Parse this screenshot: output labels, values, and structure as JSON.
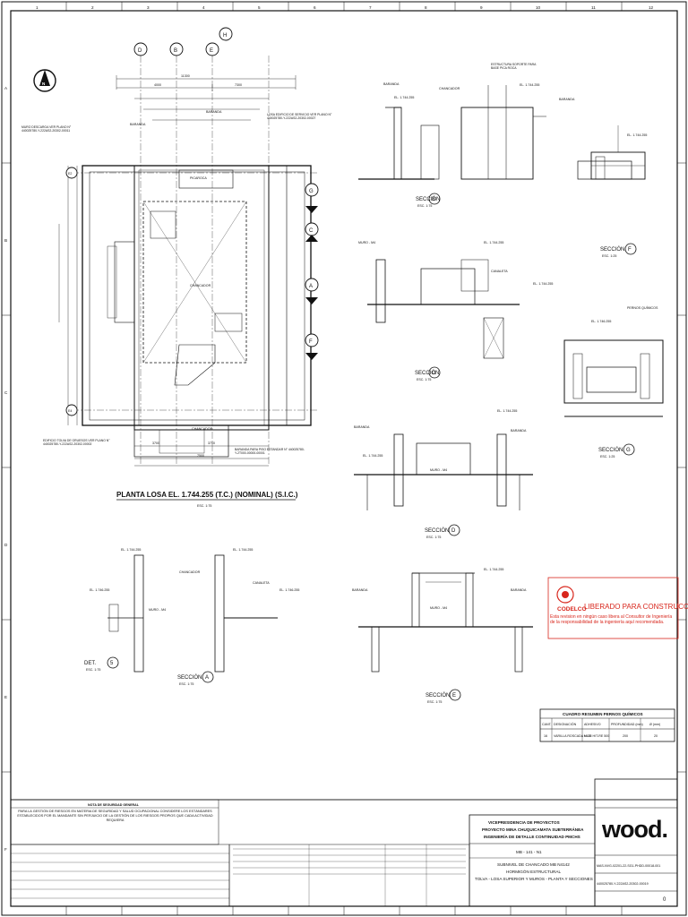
{
  "sheet": {
    "col_markers": [
      "1",
      "2",
      "3",
      "4",
      "5",
      "6",
      "7",
      "8",
      "9",
      "10",
      "11",
      "12"
    ],
    "row_markers": [
      "A",
      "B",
      "C",
      "D",
      "E",
      "F"
    ]
  },
  "plan": {
    "title": "PLANTA LOSA EL. 1.744.255 (T.C.) (NOMINAL) (S.I.C.)",
    "scale": "ESC. 1:75",
    "grid_letters": [
      "D",
      "B",
      "E",
      "H",
      "G",
      "C",
      "A",
      "F"
    ],
    "left_grids": [
      "E2",
      "E4"
    ],
    "label_chancador": "CHANCADOR",
    "label_picaroca": "PICAROCA",
    "label_baranda": "BARANDA",
    "dim_total": "11300",
    "dim_a": "4000",
    "dim_b": "7300",
    "dim_bottom_a": "3700",
    "dim_bottom_b": "3700",
    "dim_bottom_total": "7500",
    "note_muro": "MURO DESCARGA VER PLANO N° 440025780-Y-222AS2-20302-00011",
    "note_losa": "LOSA EDIFICIO DE SERVICIO VER PLANO N° 440025780-Y-222AS2-20302-00027",
    "note_tolva": "EDIFICIO TOLVA DE GRUESOS VER PLANO N° 440025780-Y-222AS2-20302-00002",
    "note_baranda": "BARANDA PARA PISO ESTANDAR N° 440025780-Y-2T000-00000-00001"
  },
  "sections": {
    "b": {
      "title": "SECCIÓN",
      "letter": "B",
      "scale": "ESC. 1:75"
    },
    "c": {
      "title": "SECCIÓN",
      "letter": "C",
      "scale": "ESC. 1:75"
    },
    "d": {
      "title": "SECCIÓN",
      "letter": "D",
      "scale": "ESC. 1:75"
    },
    "e": {
      "title": "SECCIÓN",
      "letter": "E",
      "scale": "ESC. 1:75"
    },
    "a": {
      "title": "SECCIÓN",
      "letter": "A",
      "scale": "ESC. 1:75"
    },
    "f": {
      "title": "SECCIÓN",
      "letter": "F",
      "scale": "ESC. 1:25"
    },
    "g": {
      "title": "SECCIÓN",
      "letter": "G",
      "scale": "ESC. 1:25"
    },
    "det": {
      "title": "DET.",
      "letter": "5",
      "scale": "ESC. 1:75"
    }
  },
  "labels": {
    "el1": "EL. 1.744.255",
    "tc": "T.C.",
    "tc_nominal": "T.C. (NOMINAL)",
    "el2": "EL. 1.746.255",
    "muro": "MURO - M4",
    "canaleta": "CANALETA",
    "estructura": "ESTRUCTURA SOPORTE PARA BASE PICA ROCA",
    "pernos": "PERNOS QUÍMICOS"
  },
  "stamp": {
    "brand": "CODELCO",
    "title": "LIBERADO PARA CONSTRUCCIÓN",
    "text": "Esta revision en ningún caso libera al Consultor de Ingeniería de la responsabilidad de la ingeniería aquí recomendada."
  },
  "table": {
    "title": "CUADRO RESUMEN PERNOS QUÍMICOS",
    "headers": [
      "CANT.",
      "DESIGNACIÓN",
      "ADHESIVO",
      "PROFUNDIDAD (mm)",
      "Ø (mm)"
    ],
    "row": [
      "16",
      "VARILLA ROSCADA M-16",
      "HILTI HIT-RE 500",
      "200",
      "20"
    ]
  },
  "title_block": {
    "safety_title": "NOTA DE SEGURIDAD GENERAL",
    "safety_text": "PARA LA GESTIÓN DE RIESGOS EN MATERIA DE SEGURIDAD Y SALUD OCUPACIONAL CONSIDERE LOS ESTÁNDARES ESTABLECIDOS POR EL MANDANTE SIN PERJUICIO DE LA GESTIÓN DE LOS RIESGOS PROPIOS QUE CADA ACTIVIDAD REQUIERA",
    "vp1": "VICEPRESIDENCIA DE PROYECTOS",
    "vp2": "PROYECTO MINA CHUQUICAMATA SUBTERRÁNEA",
    "vp3": "INGENIERÍA DE DETALLE CONTINUIDAD PMCHS",
    "area": "MB - 141 - N1",
    "desc1": "SUBNIVEL DE CHANCADO MB N4142",
    "desc2": "HORMIGÓN ESTRUCTURAL",
    "desc3": "TOLVA - LOSA SUPERIOR Y MUROS - PLANTA Y SECCIONES",
    "brand": "wood.",
    "doc1": "MAS-NVG-02201-22-SG1-PHDD-00018-001",
    "doc2": "440025780-Y-222AS2-20302-00019",
    "rev": "0"
  }
}
